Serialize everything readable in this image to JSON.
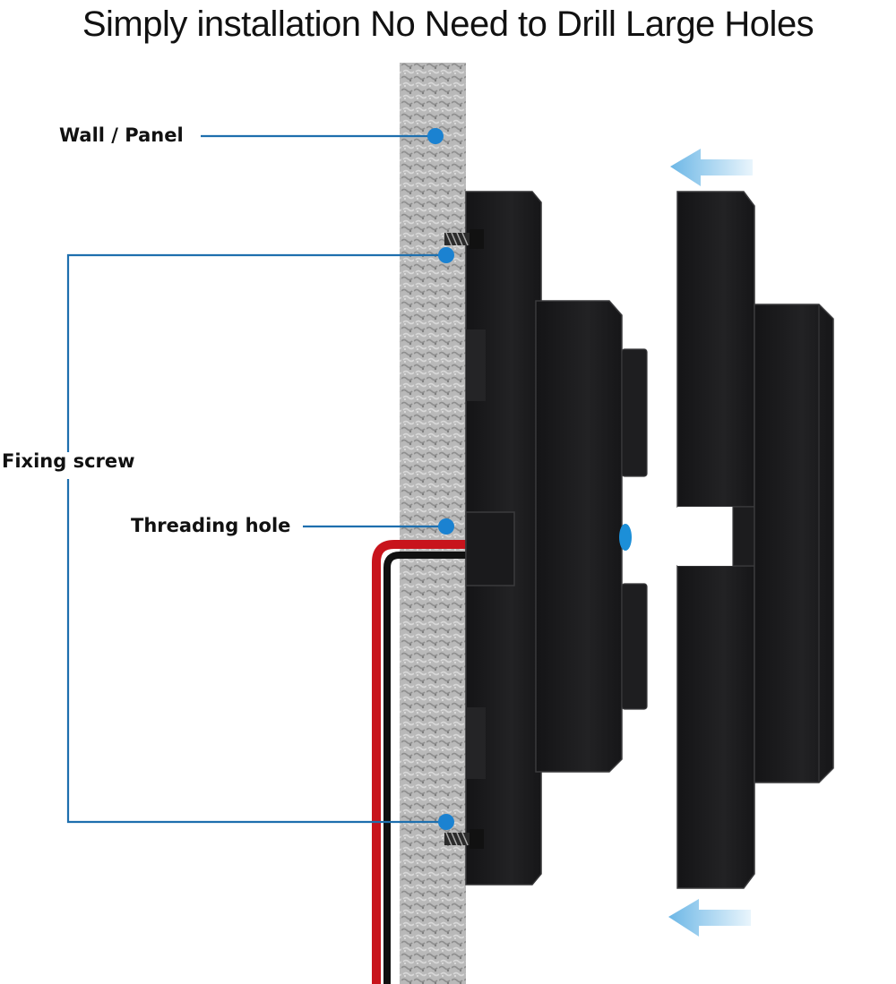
{
  "title": "Simply installation  No Need to Drill Large Holes",
  "labels": {
    "wall": "Wall / Panel",
    "fixing_screw": "Fixing screw",
    "threading_hole": "Threading hole"
  },
  "colors": {
    "leader_line": "#1e6fae",
    "leader_dot": "#1b82d1",
    "device_body": "#1c1c1e",
    "device_edge": "#3a3a3c",
    "wall_texture": "#b4b4b4",
    "cable_red": "#c8141c",
    "cable_black": "#111111",
    "arrow": "#7fc2ea"
  }
}
